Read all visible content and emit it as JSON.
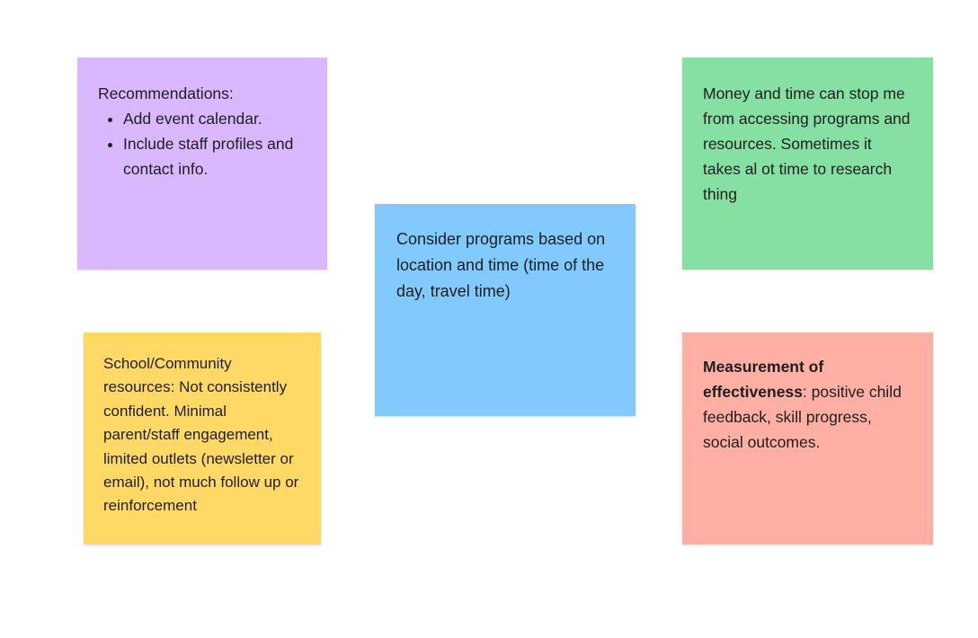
{
  "board": {
    "notes": {
      "purple": {
        "color": "#d9b8ff",
        "heading": "Recommendations:",
        "items": [
          "Add event calendar.",
          "Include staff profiles and contact info."
        ]
      },
      "green": {
        "color": "#85e0a3",
        "text": "Money and time can stop me from accessing programs and resources. Sometimes it takes al ot time to research thing"
      },
      "blue": {
        "color": "#80caff",
        "text": "Consider programs based on location and time (time of the day, travel time)"
      },
      "yellow": {
        "color": "#ffd966",
        "text": "School/Community resources: Not consistently confident. Minimal parent/staff engagement, limited outlets (newsletter or email), not much follow up or reinforcement"
      },
      "red": {
        "color": "#ffafa3",
        "bold": "Measurement of effectiveness",
        "text": ": positive child feedback, skill progress, social outcomes."
      }
    }
  }
}
